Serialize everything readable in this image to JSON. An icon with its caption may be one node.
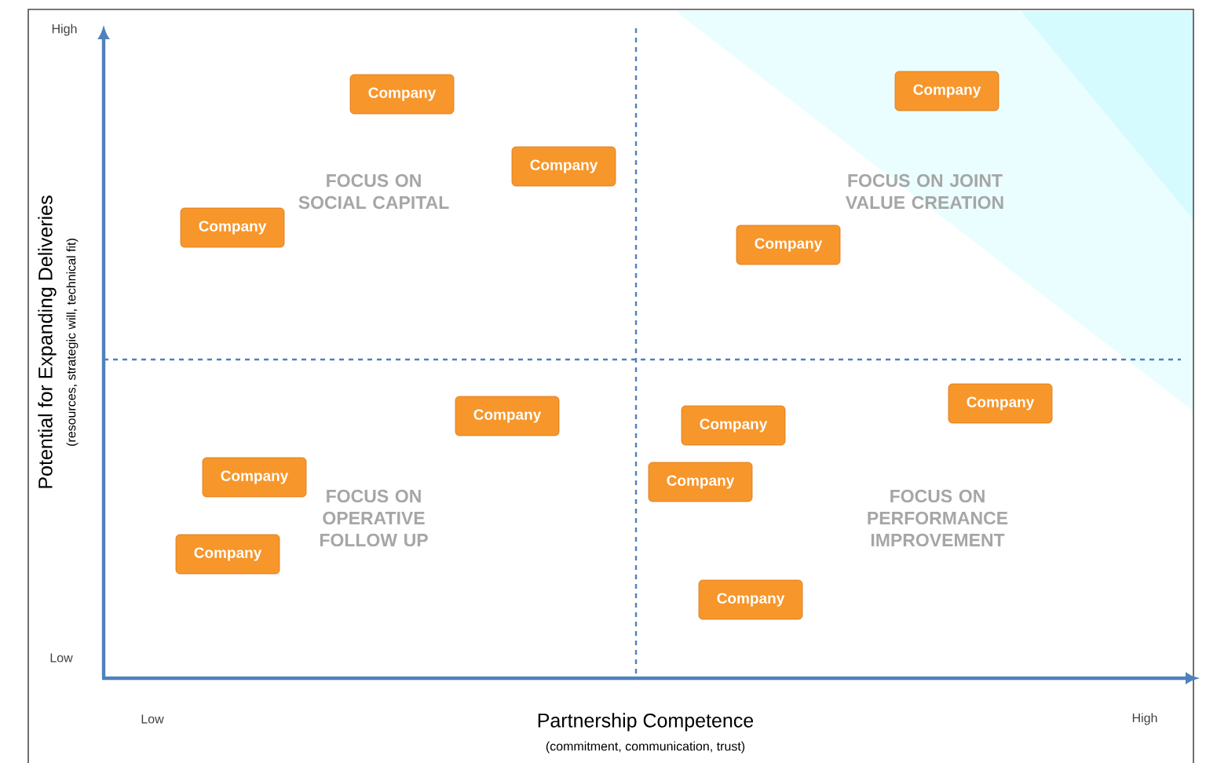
{
  "diagram": {
    "nodes": [
      {
        "text": [
          "Company"
        ]
      },
      {
        "text": [
          "Company"
        ]
      },
      {
        "text": [
          "Company"
        ]
      },
      {
        "text": [
          "Company"
        ]
      },
      {
        "text": [
          "Company"
        ]
      },
      {
        "text": [
          "Company"
        ]
      },
      {
        "text": [
          "Company"
        ]
      },
      {
        "text": [
          "Company"
        ]
      },
      {
        "text": [
          "Company"
        ]
      },
      {
        "text": [
          "Company"
        ]
      },
      {
        "text": [
          "Company"
        ]
      },
      {
        "text": [
          "Company"
        ]
      }
    ],
    "labels": [
      "High",
      "FOCUS ON SOCIAL CAPITAL",
      "FOCUS ON JOINT VALUE CREATION",
      "Potential for Expanding Deliveries",
      "(resources, strategic will, technical fit)",
      "FOCUS ON OPERATIVE FOLLOW UP",
      "FOCUS ON PERFORMANCE IMPROVEMENT",
      "Low",
      "Low",
      "Partnership Competence",
      "High",
      "(commitment, communication, trust)"
    ]
  }
}
